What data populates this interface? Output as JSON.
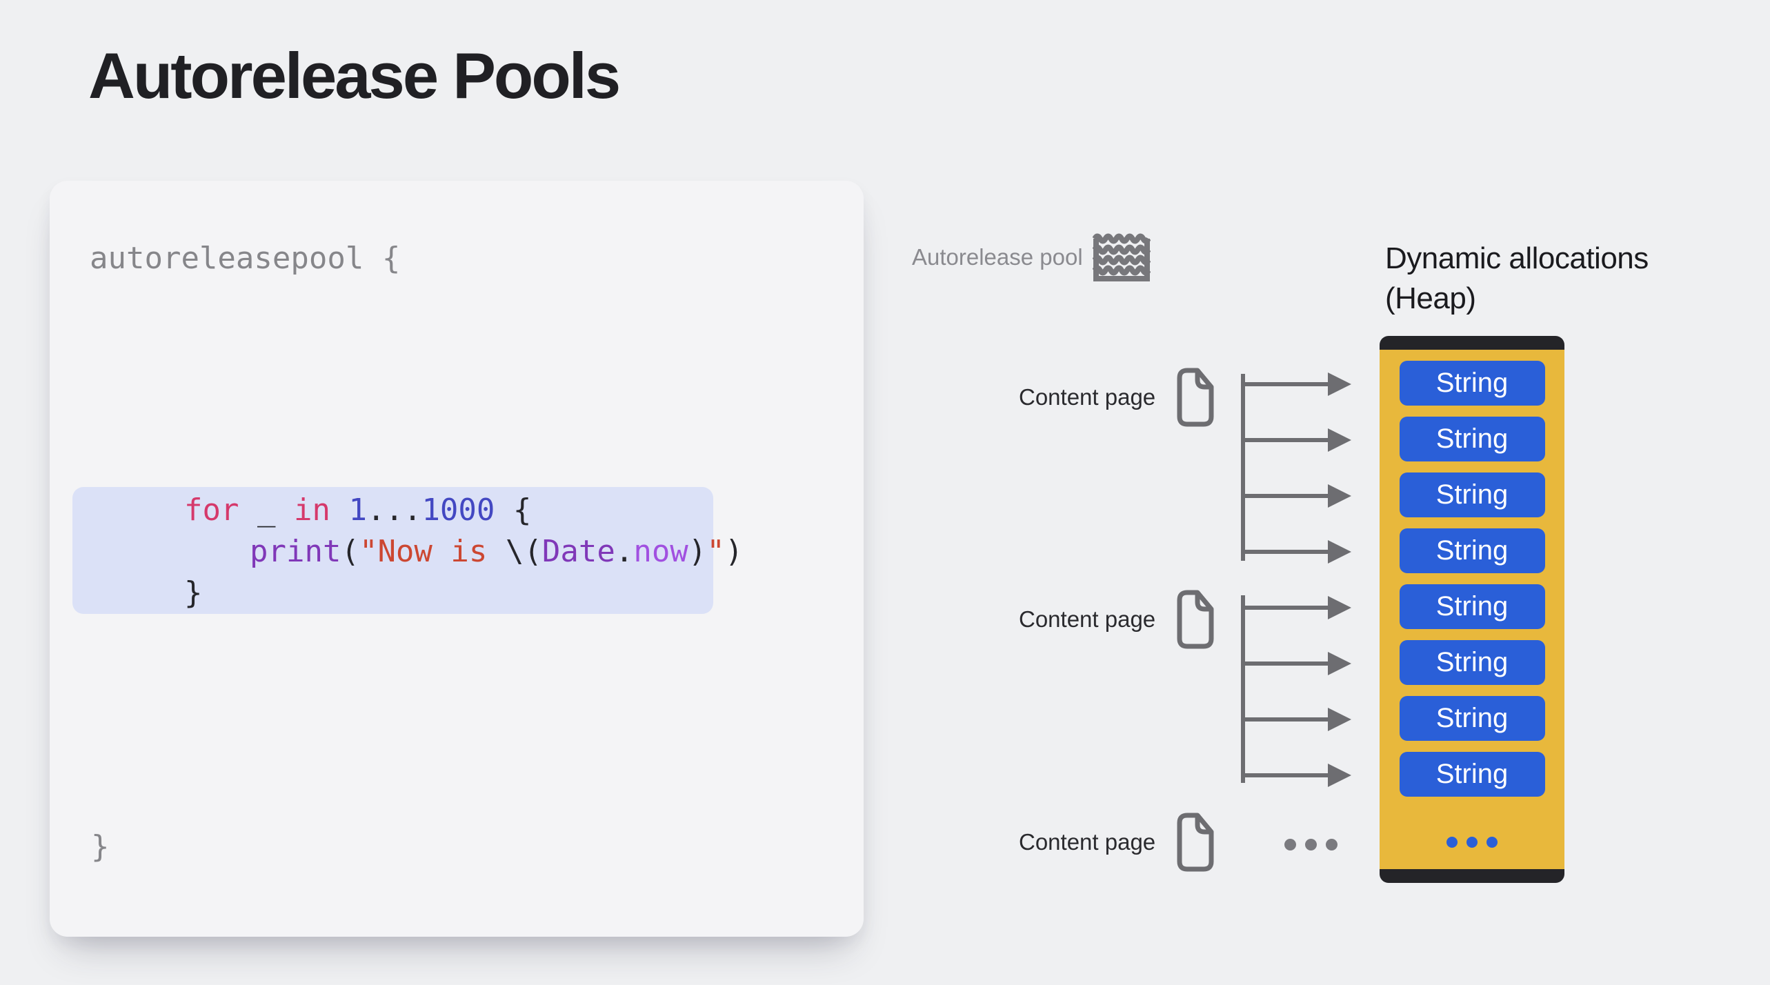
{
  "title": "Autorelease Pools",
  "code_card": {
    "outer_open": "autoreleasepool {",
    "outer_close": "}",
    "highlight_lines": [
      {
        "tokens": [
          {
            "t": "for",
            "c": "kw"
          },
          {
            "t": " _ ",
            "c": "pl"
          },
          {
            "t": "in",
            "c": "kw"
          },
          {
            "t": " ",
            "c": "pl"
          },
          {
            "t": "1",
            "c": "num"
          },
          {
            "t": "...",
            "c": "pl"
          },
          {
            "t": "1000",
            "c": "num"
          },
          {
            "t": " {",
            "c": "pl"
          }
        ]
      },
      {
        "tokens": [
          {
            "t": "print",
            "c": "fn"
          },
          {
            "t": "(",
            "c": "pl"
          },
          {
            "t": "\"Now is ",
            "c": "str"
          },
          {
            "t": "\\(",
            "c": "pl"
          },
          {
            "t": "Date",
            "c": "fn"
          },
          {
            "t": ".",
            "c": "pl"
          },
          {
            "t": "now",
            "c": "prop"
          },
          {
            "t": ")",
            "c": "pl"
          },
          {
            "t": "\"",
            "c": "str"
          },
          {
            "t": ")",
            "c": "pl"
          }
        ]
      },
      {
        "tokens": [
          {
            "t": "}",
            "c": "pl"
          }
        ]
      }
    ]
  },
  "diagram": {
    "pool_label": "Autorelease pool",
    "heap_title": [
      "Dynamic allocations",
      "(Heap)"
    ],
    "content_page_labels": [
      "Content page",
      "Content page",
      "Content page"
    ],
    "heap_items": [
      "String",
      "String",
      "String",
      "String",
      "String",
      "String",
      "String",
      "String"
    ]
  },
  "colors": {
    "page_bg": "#eff0f2",
    "card_bg": "#f4f4f6",
    "highlight_bg": "#dbe1f7",
    "code_muted": "#86868a",
    "code_plain": "#26262b",
    "keyword_pink": "#d5396b",
    "number_indigo": "#4348c2",
    "function_purple": "#8038b8",
    "property_purple": "#a150e0",
    "string_red": "#cc4732",
    "gray_icon": "#6d6d71",
    "gray_label": "#8a8a8f",
    "dark_text": "#1a1a1e",
    "heap_yellow": "#e8b83c",
    "alloc_blue": "#2a5fd8",
    "cap_black": "#242428"
  }
}
